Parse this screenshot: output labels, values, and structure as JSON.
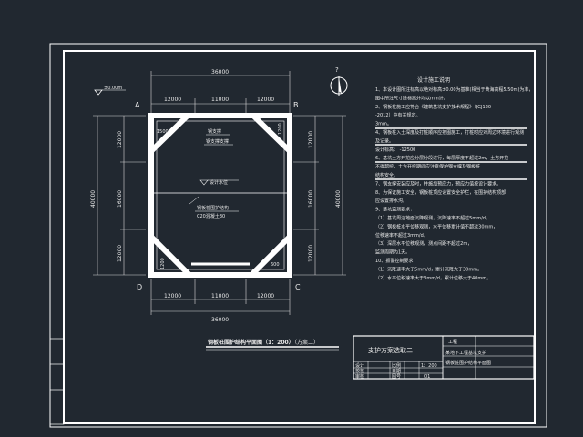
{
  "plan": {
    "top_total": "36000",
    "top_segments": [
      "12000",
      "11000",
      "12000"
    ],
    "bottom_total": "36000",
    "bottom_segments": [
      "12000",
      "11000",
      "12000"
    ],
    "left_total": "40000",
    "left_segments": [
      "12000",
      "16000",
      "12000"
    ],
    "right_total": "40000",
    "right_segments": [
      "12000",
      "16000",
      "12000"
    ],
    "corners": {
      "a": "A",
      "b": "B",
      "c": "C",
      "d": "D"
    },
    "elevation": "±0.00m",
    "tag_1500": "1500",
    "tag_1200": "1200",
    "tag_600": "600",
    "tag_1200b": "1200",
    "inner_label_1": "钢支撑",
    "inner_label_2": "钢支撑支撑",
    "water_label": "设计水位",
    "ground_label_1": "钢板桩围护结构",
    "ground_label_2": "C20混凝土30"
  },
  "drawing_title": "钢板桩围护结构平面图（1：200）",
  "drawing_subtitle": "（方案二）",
  "notes": {
    "heading": "设计施工说明",
    "lines": [
      "1、本设计图所注标高以绝对标高±0.00为基准(相当于黄海高程5.50m)为准，",
      "图中所注尺寸除标高外均以mm计。",
      "2、钢板桩施工应符合《建筑基坑支护技术规程》（JGJ120",
      "-2012）中有关规定。",
      "3mm。",
      "4、钢板桩入土深度及打桩顺序应按图施工，打桩时应对周边环境进行观测",
      "及记录。",
      "设计标高：  -12500",
      "6、基坑土方开挖应分层分段进行，每层厚度不超过2m，土方开挖",
      "不得超挖，土方开挖期间应注意保护钢支撑及钢板桩",
      "结构安全。",
      "7、钢支撑安装应及时，并施加预应力，预应力值按设计要求。",
      "8、为保证施工安全，钢板桩顶应设置安全护栏，在围护结构顶部",
      "应设置排水沟。",
      "9、基坑监测要求：",
      "（1）基坑周边地面沉降观测，沉降速率不超过5mm/d，",
      "（2）钢板桩水平位移观测，水平位移累计值不超过30mm，",
      "位移速率不超过3mm/d。",
      "（3）深层水平位移观测，测点间距不超过2m，",
      "监测周期为1天。",
      "10、报警控制要求：",
      "（1）沉降速率大于5mm/d，累计沉降大于30mm。",
      "（2）水平位移速率大于3mm/d，累计位移大于40mm。"
    ]
  },
  "title_block": {
    "scheme": "支护方案选取二",
    "project": "工程",
    "project_name": "某地下工程基坑支护",
    "drawing_name": "钢板桩围护结构平面图",
    "row_labels": [
      "设计",
      "校核",
      "审核"
    ],
    "sign_labels": [
      "比例",
      "日期",
      "图号"
    ],
    "scale_value": "1：200",
    "sheet_value": "01"
  },
  "colors": {
    "background": "#212830",
    "lines": "#ffffff",
    "dims": "#d8d8d8"
  }
}
